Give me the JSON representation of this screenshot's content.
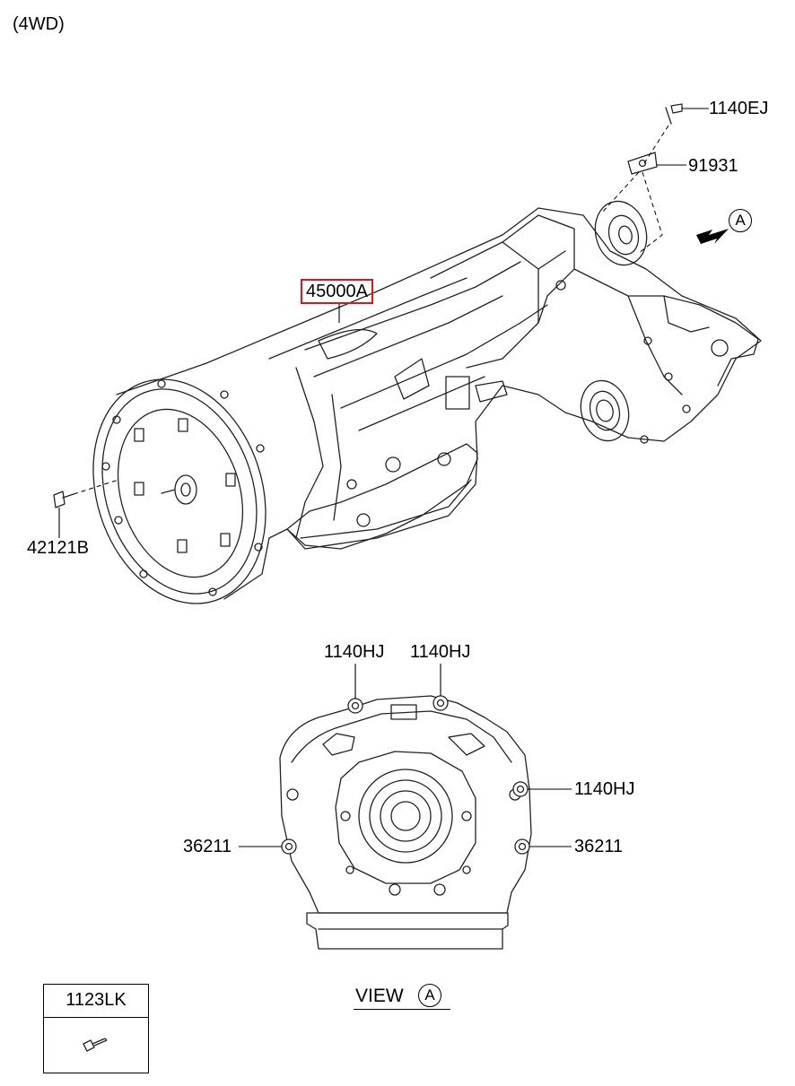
{
  "header": {
    "variant": "(4WD)"
  },
  "callouts": {
    "c_1140EJ": "1140EJ",
    "c_91931": "91931",
    "c_45000A": "45000A",
    "c_42121B": "42121B",
    "c_1140HJ_a": "1140HJ",
    "c_1140HJ_b": "1140HJ",
    "c_1140HJ_c": "1140HJ",
    "c_36211_l": "36211",
    "c_36211_r": "36211"
  },
  "view_ref": {
    "letter": "A"
  },
  "view_label": {
    "text": "VIEW",
    "letter": "A"
  },
  "legend": {
    "code": "1123LK"
  },
  "colors": {
    "highlight_box": "#e0141c",
    "line": "#000000"
  }
}
